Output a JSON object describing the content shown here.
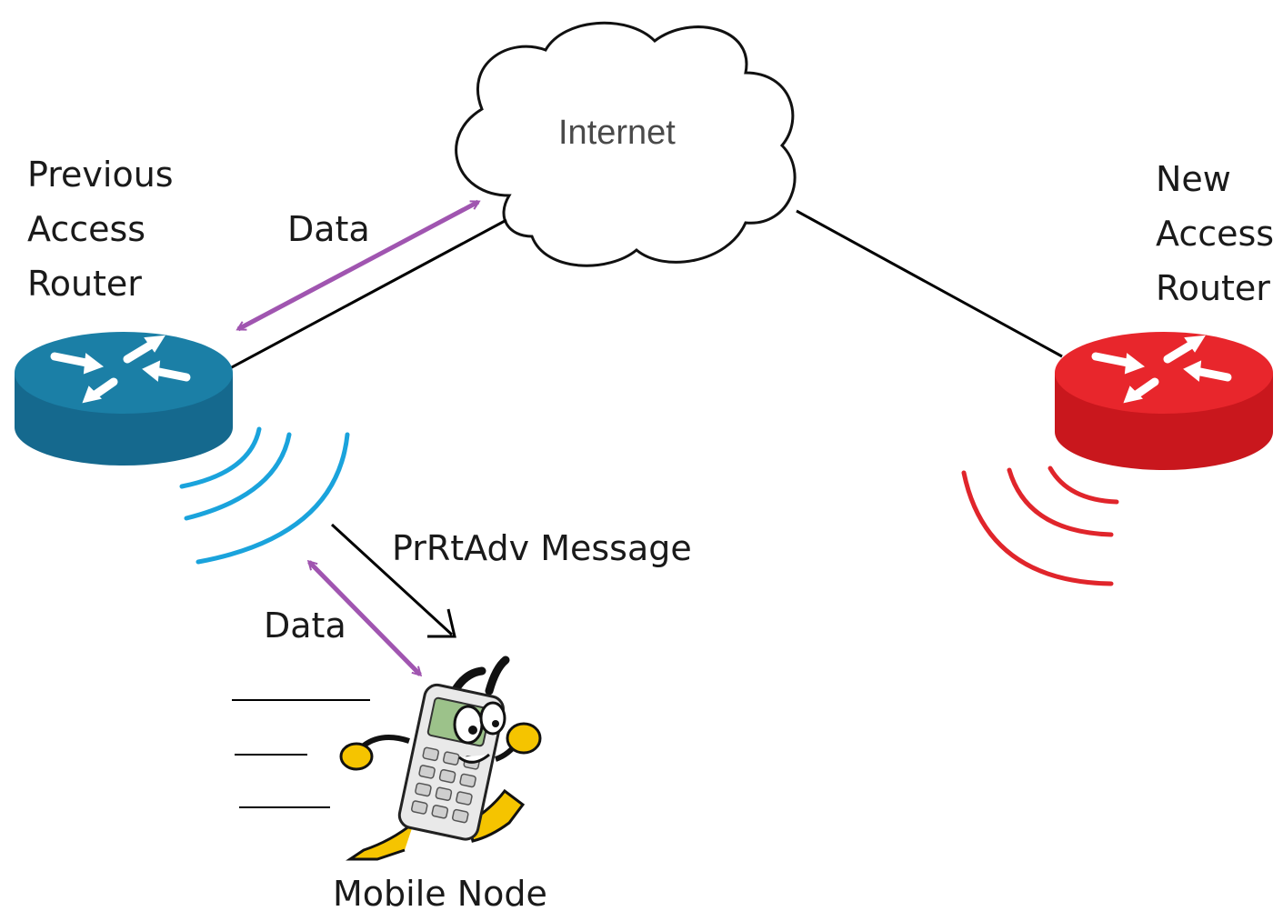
{
  "internet": {
    "label": "Internet"
  },
  "previous_router": {
    "label_lines": [
      "Previous",
      "Access",
      "Router"
    ],
    "color": "#1b7fa6"
  },
  "new_router": {
    "label_lines": [
      "New",
      "Access",
      "Router"
    ],
    "color": "#e8262c"
  },
  "links": {
    "data_upper": "Data",
    "data_lower": "Data",
    "prrtadv": "PrRtAdv Message"
  },
  "mobile_node": {
    "label": "Mobile Node"
  },
  "colors": {
    "data_arrow": "#a055b0",
    "signal_previous": "#1aa3dc",
    "signal_new": "#e0252b",
    "line": "#000000"
  }
}
